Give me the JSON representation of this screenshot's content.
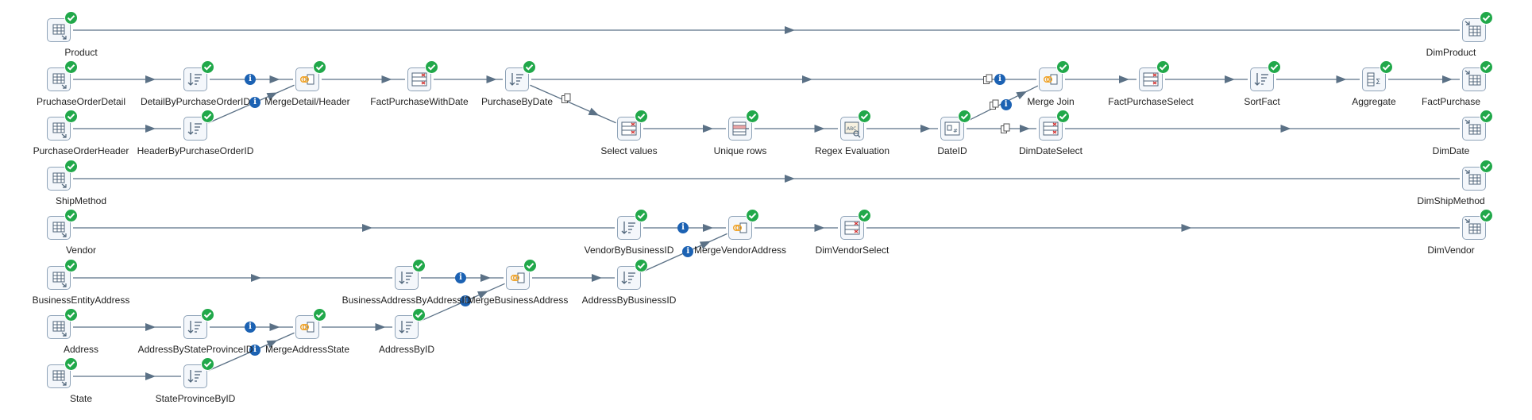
{
  "canvas": {
    "background": "#ffffff",
    "hop_color": "#5b7186",
    "ok_color": "#21a84a",
    "info_color": "#1c62b3"
  },
  "steps": {
    "product": {
      "label": "Product",
      "icon": "table-input-icon"
    },
    "pruchase_order_detail": {
      "label": "PruchaseOrderDetail",
      "icon": "table-input-icon"
    },
    "purchase_order_header": {
      "label": "PurchaseOrderHeader",
      "icon": "table-input-icon"
    },
    "ship_method": {
      "label": "ShipMethod",
      "icon": "table-input-icon"
    },
    "vendor": {
      "label": "Vendor",
      "icon": "table-input-icon"
    },
    "business_entity_address": {
      "label": "BusinessEntityAddress",
      "icon": "table-input-icon"
    },
    "address": {
      "label": "Address",
      "icon": "table-input-icon"
    },
    "state": {
      "label": "State",
      "icon": "table-input-icon"
    },
    "detail_by_purchase_order_id": {
      "label": "DetailByPurchaseOrderID",
      "icon": "sort-rows-icon"
    },
    "header_by_purchase_order_id": {
      "label": "HeaderByPurchaseOrderID",
      "icon": "sort-rows-icon"
    },
    "merge_detail_header": {
      "label": "MergeDetail/Header",
      "icon": "merge-join-icon"
    },
    "fact_purchase_with_date": {
      "label": "FactPurchaseWithDate",
      "icon": "select-values-icon"
    },
    "purchase_by_date": {
      "label": "PurchaseByDate",
      "icon": "sort-rows-icon"
    },
    "select_values": {
      "label": "Select values",
      "icon": "select-values-icon"
    },
    "unique_rows": {
      "label": "Unique rows",
      "icon": "unique-rows-icon"
    },
    "regex_evaluation": {
      "label": "Regex Evaluation",
      "icon": "regex-evaluation-icon"
    },
    "date_id": {
      "label": "DateID",
      "icon": "sequence-icon"
    },
    "merge_join": {
      "label": "Merge Join",
      "icon": "merge-join-icon"
    },
    "dim_date_select": {
      "label": "DimDateSelect",
      "icon": "select-values-icon"
    },
    "fact_purchase_select": {
      "label": "FactPurchaseSelect",
      "icon": "select-values-icon"
    },
    "sort_fact": {
      "label": "SortFact",
      "icon": "sort-rows-icon"
    },
    "aggregate": {
      "label": "Aggregate",
      "icon": "aggregate-icon"
    },
    "dim_product": {
      "label": "DimProduct",
      "icon": "table-output-icon"
    },
    "fact_purchase": {
      "label": "FactPurchase",
      "icon": "table-output-icon"
    },
    "dim_date": {
      "label": "DimDate",
      "icon": "table-output-icon"
    },
    "dim_ship_method": {
      "label": "DimShipMethod",
      "icon": "table-output-icon"
    },
    "dim_vendor": {
      "label": "DimVendor",
      "icon": "table-output-icon"
    },
    "vendor_by_business_id": {
      "label": "VendorByBusinessID",
      "icon": "sort-rows-icon"
    },
    "merge_vendor_address": {
      "label": "MergeVendorAddress",
      "icon": "merge-join-icon"
    },
    "dim_vendor_select": {
      "label": "DimVendorSelect",
      "icon": "select-values-icon"
    },
    "business_address_by_address_id": {
      "label": "BusinessAddressByAddressID",
      "icon": "sort-rows-icon"
    },
    "merge_business_address": {
      "label": "MergeBusinessAddress",
      "icon": "merge-join-icon"
    },
    "address_by_business_id": {
      "label": "AddressByBusinessID",
      "icon": "sort-rows-icon"
    },
    "address_by_state_province_id": {
      "label": "AddressByStateProvinceID",
      "icon": "sort-rows-icon"
    },
    "merge_address_state": {
      "label": "MergeAddressState",
      "icon": "merge-join-icon"
    },
    "address_by_id": {
      "label": "AddressByID",
      "icon": "sort-rows-icon"
    },
    "state_province_by_id": {
      "label": "StateProvinceByID",
      "icon": "sort-rows-icon"
    }
  },
  "hops": [
    {
      "from": "product",
      "to": "dim_product"
    },
    {
      "from": "pruchase_order_detail",
      "to": "detail_by_purchase_order_id"
    },
    {
      "from": "detail_by_purchase_order_id",
      "to": "merge_detail_header",
      "marker": "info"
    },
    {
      "from": "purchase_order_header",
      "to": "header_by_purchase_order_id"
    },
    {
      "from": "header_by_purchase_order_id",
      "to": "merge_detail_header",
      "marker": "info"
    },
    {
      "from": "merge_detail_header",
      "to": "fact_purchase_with_date"
    },
    {
      "from": "fact_purchase_with_date",
      "to": "purchase_by_date"
    },
    {
      "from": "purchase_by_date",
      "to": "merge_join",
      "marker": "copy-info"
    },
    {
      "from": "purchase_by_date",
      "to": "select_values",
      "marker": "copy"
    },
    {
      "from": "select_values",
      "to": "unique_rows"
    },
    {
      "from": "unique_rows",
      "to": "regex_evaluation"
    },
    {
      "from": "regex_evaluation",
      "to": "date_id"
    },
    {
      "from": "date_id",
      "to": "merge_join",
      "marker": "copy-info"
    },
    {
      "from": "date_id",
      "to": "dim_date_select",
      "marker": "copy"
    },
    {
      "from": "merge_join",
      "to": "fact_purchase_select"
    },
    {
      "from": "fact_purchase_select",
      "to": "sort_fact"
    },
    {
      "from": "sort_fact",
      "to": "aggregate"
    },
    {
      "from": "aggregate",
      "to": "fact_purchase"
    },
    {
      "from": "dim_date_select",
      "to": "dim_date"
    },
    {
      "from": "ship_method",
      "to": "dim_ship_method"
    },
    {
      "from": "vendor",
      "to": "vendor_by_business_id"
    },
    {
      "from": "vendor_by_business_id",
      "to": "merge_vendor_address",
      "marker": "info"
    },
    {
      "from": "merge_vendor_address",
      "to": "dim_vendor_select"
    },
    {
      "from": "dim_vendor_select",
      "to": "dim_vendor"
    },
    {
      "from": "business_entity_address",
      "to": "business_address_by_address_id"
    },
    {
      "from": "business_address_by_address_id",
      "to": "merge_business_address",
      "marker": "info"
    },
    {
      "from": "merge_business_address",
      "to": "address_by_business_id"
    },
    {
      "from": "address_by_business_id",
      "to": "merge_vendor_address",
      "marker": "info"
    },
    {
      "from": "address",
      "to": "address_by_state_province_id"
    },
    {
      "from": "address_by_state_province_id",
      "to": "merge_address_state",
      "marker": "info"
    },
    {
      "from": "state",
      "to": "state_province_by_id"
    },
    {
      "from": "state_province_by_id",
      "to": "merge_address_state",
      "marker": "info"
    },
    {
      "from": "merge_address_state",
      "to": "address_by_id"
    },
    {
      "from": "address_by_id",
      "to": "merge_business_address",
      "marker": "info"
    }
  ]
}
